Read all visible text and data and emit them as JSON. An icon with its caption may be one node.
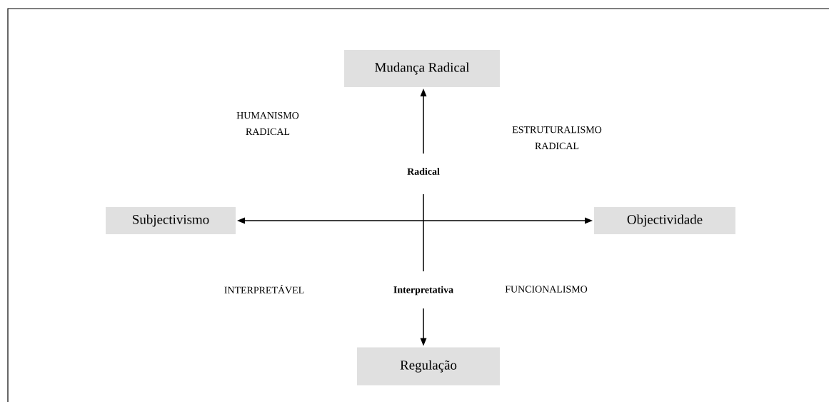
{
  "diagram": {
    "nodes": [
      {
        "text": [
          "Mudança Radical"
        ]
      },
      {
        "text": [
          "Subjectivismo"
        ]
      },
      {
        "text": [
          "Objectividade"
        ]
      },
      {
        "text": [
          "Regulação"
        ]
      }
    ],
    "edges": [
      {
        "from": 1,
        "to": 2,
        "arrow": "both"
      },
      {
        "from": null,
        "to": 0,
        "arrow": "to"
      },
      {
        "from": null,
        "to": 3,
        "arrow": "to"
      }
    ],
    "labels": [
      "HUMANISMO RADICAL",
      "ESTRUTURALISMO RADICAL",
      "Radical",
      "INTERPRETÁVEL",
      "Interpretativa",
      "FUNCIONALISMO"
    ]
  }
}
